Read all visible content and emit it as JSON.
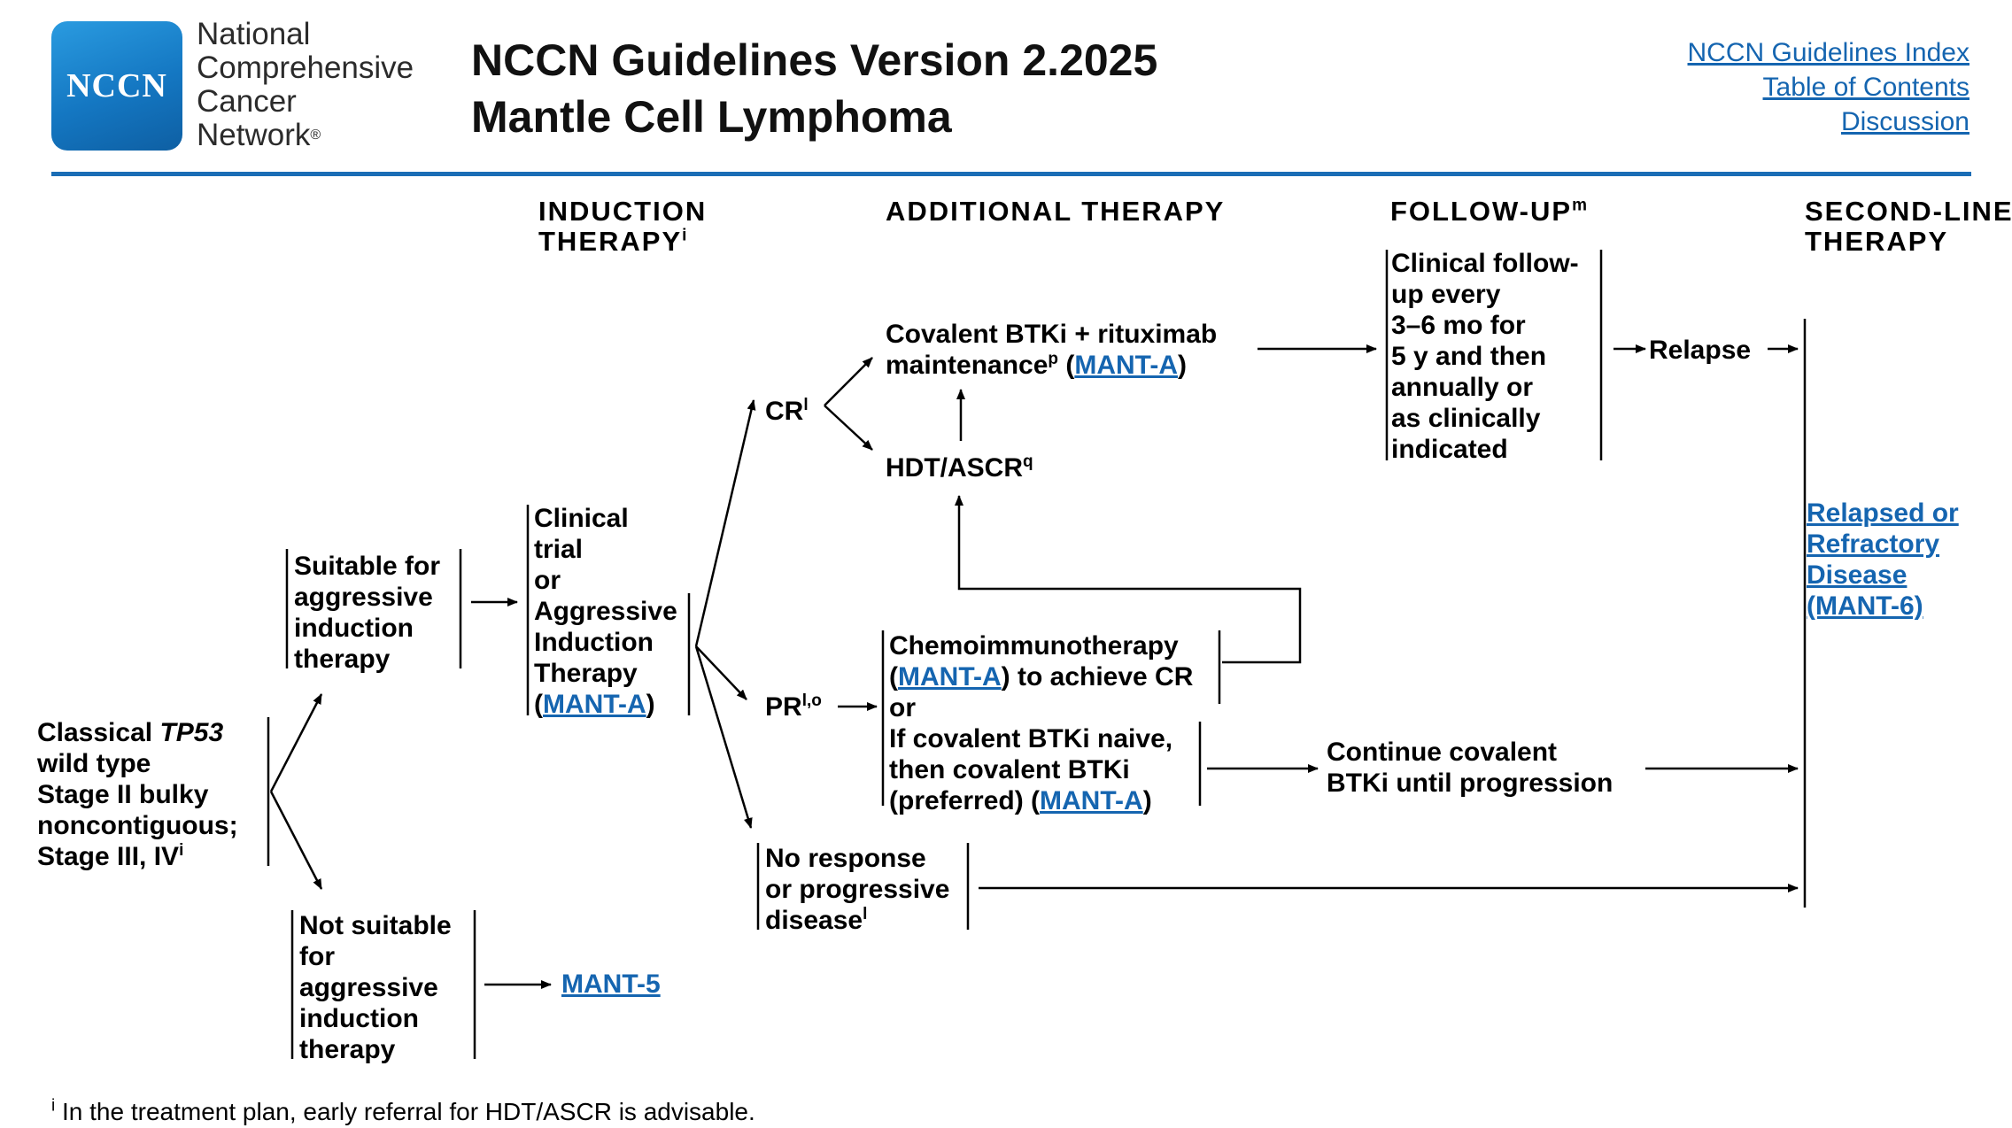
{
  "header": {
    "logo_text": "NCCN",
    "org_lines": [
      "National",
      "Comprehensive",
      "Cancer",
      "Network"
    ],
    "org_registered": "®",
    "title_line1": "NCCN Guidelines Version 2.2025",
    "title_line2": "Mantle Cell Lymphoma",
    "links": [
      "NCCN Guidelines Index",
      "Table of Contents",
      "Discussion"
    ]
  },
  "columns": {
    "induction_line1": "INDUCTION",
    "induction_line2": "THERAPY",
    "induction_sup": "i",
    "additional": "ADDITIONAL THERAPY",
    "followup": "FOLLOW-UP",
    "followup_sup": "m",
    "secondline_line1": "SECOND-LINE",
    "secondline_line2": "THERAPY"
  },
  "flow": {
    "classical": {
      "line1_pre": "Classical ",
      "line1_em": "TP53",
      "line2": "wild type",
      "line3": "Stage II bulky",
      "line4": "noncontiguous;",
      "line5": "Stage III, IV",
      "line5_sup": "i"
    },
    "suitable": [
      "Suitable for",
      "aggressive",
      "induction",
      "therapy"
    ],
    "not_suitable": [
      "Not suitable",
      "for",
      "aggressive",
      "induction",
      "therapy"
    ],
    "mant5_link": "MANT-5",
    "induction_box": [
      "Clinical",
      "trial",
      "or",
      "Aggressive",
      "Induction",
      "Therapy"
    ],
    "mant_a": "MANT-A",
    "cr": "CR",
    "cr_sup": "l",
    "pr": "PR",
    "pr_sup": "l,o",
    "no_response": [
      "No response",
      "or progressive",
      "disease"
    ],
    "no_response_sup": "l",
    "covalent_line1": "Covalent BTKi + rituximab",
    "covalent_line2": "maintenance",
    "covalent_sup": "p",
    "hdt": "HDT/ASCR",
    "hdt_sup": "q",
    "chemo_line1": "Chemoimmunotherapy",
    "chemo_line2_post": ") to achieve CR",
    "or": "or",
    "btki_line1": "If covalent BTKi naive,",
    "btki_line2": "then covalent BTKi",
    "btki_line3_pre": "(preferred) (",
    "continue_line1": "Continue covalent",
    "continue_line2": "BTKi until progression",
    "followup_box": [
      "Clinical follow-",
      "up every",
      "3–6 mo for",
      "5 y and then",
      "annually or",
      "as clinically",
      "indicated"
    ],
    "relapse": "Relapse",
    "relapsed_link": [
      "Relapsed or",
      "Refractory",
      "Disease",
      "(MANT-6)"
    ]
  },
  "footnote_sup": "i",
  "footnote": "In the treatment plan, early referral for HDT/ASCR is advisable.",
  "colors": {
    "brand_blue": "#1a6db5",
    "link_blue": "#1565b0"
  }
}
